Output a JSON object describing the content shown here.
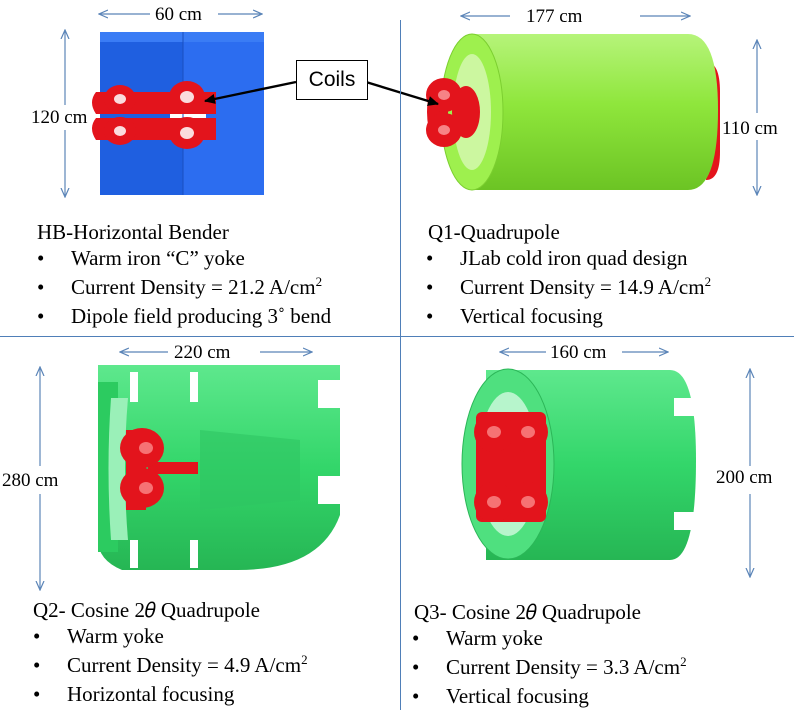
{
  "panels": {
    "hb": {
      "width_label": "60 cm",
      "height_label": "120 cm",
      "title": "HB-Horizontal Bender",
      "bullets": [
        "Warm iron “C” yoke",
        "Current Density = 21.2 A/cm",
        "Dipole field producing 3˚ bend"
      ],
      "bullet_sup": "2"
    },
    "q1": {
      "width_label": "177 cm",
      "height_label": "110 cm",
      "title": "Q1-Quadrupole",
      "bullets": [
        "JLab cold iron quad design",
        "Current Density = 14.9 A/cm",
        "Vertical focusing"
      ],
      "bullet_sup": "2"
    },
    "q2": {
      "width_label": "220 cm",
      "height_label": "280 cm",
      "title": "Q2- Cosine 2𝜃 Quadrupole",
      "bullets": [
        "Warm yoke",
        "Current Density = 4.9 A/cm",
        "Horizontal focusing"
      ],
      "bullet_sup": "2"
    },
    "q3": {
      "width_label": "160 cm",
      "height_label": "200 cm",
      "title": "Q3- Cosine 2𝜃 Quadrupole",
      "bullets": [
        "Warm yoke",
        "Current Density = 3.3 A/cm",
        "Vertical focusing"
      ],
      "bullet_sup": "2"
    }
  },
  "callout": "Coils",
  "colors": {
    "yoke_blue": "#1f5fe0",
    "yoke_lime": "#8fe63c",
    "yoke_green": "#33d66a",
    "coil_red": "#e3141c",
    "dimension_line": "#5b85b8"
  }
}
